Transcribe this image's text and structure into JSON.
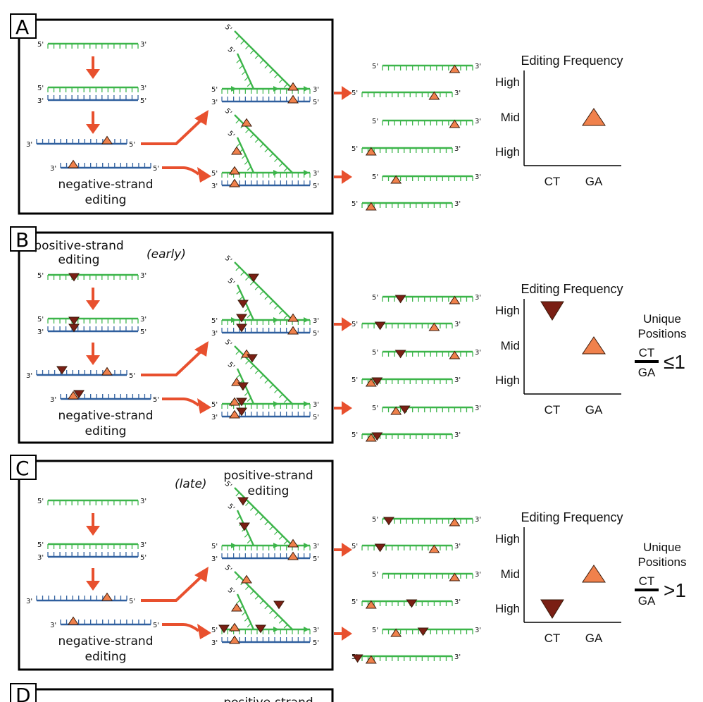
{
  "colors": {
    "positive_strand": "#3cb54a",
    "negative_strand": "#2f5f9e",
    "flow_arrow": "#e8502e",
    "ga_marker": "#f0814c",
    "ct_marker": "#7a1f14",
    "marker_outline": "#3a1a0a",
    "frame": "#000000"
  },
  "labels": {
    "five_prime": "5'",
    "three_prime": "3'",
    "negative_strand_editing_line1": "negative-strand",
    "negative_strand_editing_line2": "editing",
    "positive_strand_editing_line1": "positive-strand",
    "positive_strand_editing_line2": "editing",
    "early": "(early)",
    "late": "(late)",
    "unique_positions_line1": "Unique",
    "unique_positions_line2": "Positions",
    "ratio_numerator": "CT",
    "ratio_denominator": "GA"
  },
  "panels": [
    {
      "letter": "A",
      "timing": "",
      "has_positive_editing": false,
      "ratio_relation": "",
      "chart": {
        "title": "Editing Frequency",
        "yticks": [
          "High",
          "Mid",
          "High"
        ],
        "xticks": [
          "CT",
          "GA"
        ],
        "ct_level": null,
        "ga_level": "Mid"
      }
    },
    {
      "letter": "B",
      "timing": "(early)",
      "has_positive_editing": true,
      "ratio_relation": "≤1",
      "chart": {
        "title": "Editing Frequency",
        "yticks": [
          "High",
          "Mid",
          "High"
        ],
        "xticks": [
          "CT",
          "GA"
        ],
        "ct_level": "High (top)",
        "ga_level": "Mid"
      }
    },
    {
      "letter": "C",
      "timing": "(late)",
      "has_positive_editing": true,
      "ratio_relation": ">1",
      "chart": {
        "title": "Editing Frequency",
        "yticks": [
          "High",
          "Mid",
          "High"
        ],
        "xticks": [
          "CT",
          "GA"
        ],
        "ct_level": "High (bottom)",
        "ga_level": "Mid"
      }
    },
    {
      "letter": "D",
      "timing": "",
      "partial_label": "positive-strand"
    }
  ],
  "chart_data": [
    {
      "type": "scatter",
      "title": "Editing Frequency",
      "panel": "A",
      "categories": [
        "CT",
        "GA"
      ],
      "yticks": [
        "High",
        "Mid",
        "High"
      ],
      "points": [
        {
          "x": "GA",
          "y": "Mid",
          "marker": "up-triangle"
        }
      ]
    },
    {
      "type": "scatter",
      "title": "Editing Frequency",
      "panel": "B",
      "categories": [
        "CT",
        "GA"
      ],
      "yticks": [
        "High",
        "Mid",
        "High"
      ],
      "points": [
        {
          "x": "CT",
          "y": "High (top)",
          "marker": "down-triangle"
        },
        {
          "x": "GA",
          "y": "Mid",
          "marker": "up-triangle"
        }
      ],
      "annotation": "Unique Positions CT/GA ≤1"
    },
    {
      "type": "scatter",
      "title": "Editing Frequency",
      "panel": "C",
      "categories": [
        "CT",
        "GA"
      ],
      "yticks": [
        "High",
        "Mid",
        "High"
      ],
      "points": [
        {
          "x": "CT",
          "y": "High (bottom)",
          "marker": "down-triangle"
        },
        {
          "x": "GA",
          "y": "Mid",
          "marker": "up-triangle"
        }
      ],
      "annotation": "Unique Positions CT/GA >1"
    }
  ]
}
